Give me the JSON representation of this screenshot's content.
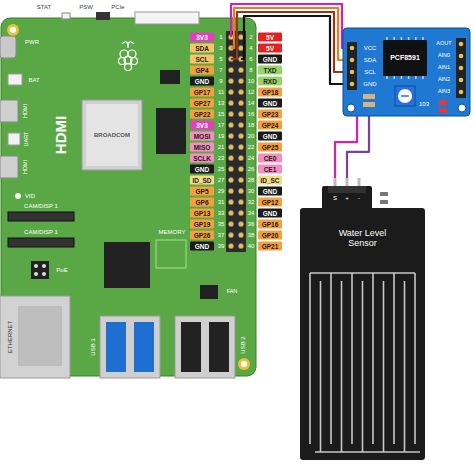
{
  "diagram": {
    "nodes": [
      {
        "text": [
          "PCF8591"
        ]
      },
      {
        "text": [
          "Water Level Sensor"
        ]
      }
    ],
    "edges": [
      {
        "from": 0,
        "to": 1,
        "arrow": "none"
      },
      {
        "from": 0,
        "to": 1,
        "arrow": "none"
      }
    ],
    "labels": [
      "STAT",
      "PSW",
      "PCIe",
      "PWR",
      "BAT",
      "HDMI",
      "UART",
      "HDMI",
      "HDMI",
      "BROADCOM",
      "VID",
      "CAM/DISP 1",
      "CAM/DISP 1",
      "PoE",
      "MEMORY",
      "FAN",
      "ETHERNET",
      "USB 3",
      "USB 2",
      "3V3",
      "1",
      "2",
      "5V",
      "SDA",
      "3",
      "4",
      "5V",
      "SCL",
      "5",
      "6",
      "GND",
      "GP4",
      "7",
      "8",
      "TXD",
      "GND",
      "9",
      "10",
      "RXD",
      "GP17",
      "11",
      "12",
      "GP18",
      "GP27",
      "13",
      "14",
      "GND",
      "GP22",
      "15",
      "16",
      "GP23",
      "3V3",
      "17",
      "18",
      "GP24",
      "MOSI",
      "19",
      "20",
      "GND",
      "MISO",
      "21",
      "22",
      "GP25",
      "SCLK",
      "23",
      "24",
      "CE0",
      "GND",
      "25",
      "26",
      "CE1",
      "ID_SD",
      "27",
      "28",
      "ID_SC",
      "GP5",
      "29",
      "30",
      "GND",
      "GP6",
      "31",
      "32",
      "GP12",
      "GP13",
      "33",
      "34",
      "GND",
      "GP19",
      "35",
      "36",
      "GP16",
      "GP26",
      "37",
      "38",
      "GP20",
      "GND",
      "39",
      "40",
      "GP21",
      "VCC",
      "SDA",
      "SCL",
      "GND",
      "AOUT",
      "AIN0",
      "AIN1",
      "AIN2",
      "AIN3",
      "103",
      "S",
      "+",
      "-"
    ]
  }
}
